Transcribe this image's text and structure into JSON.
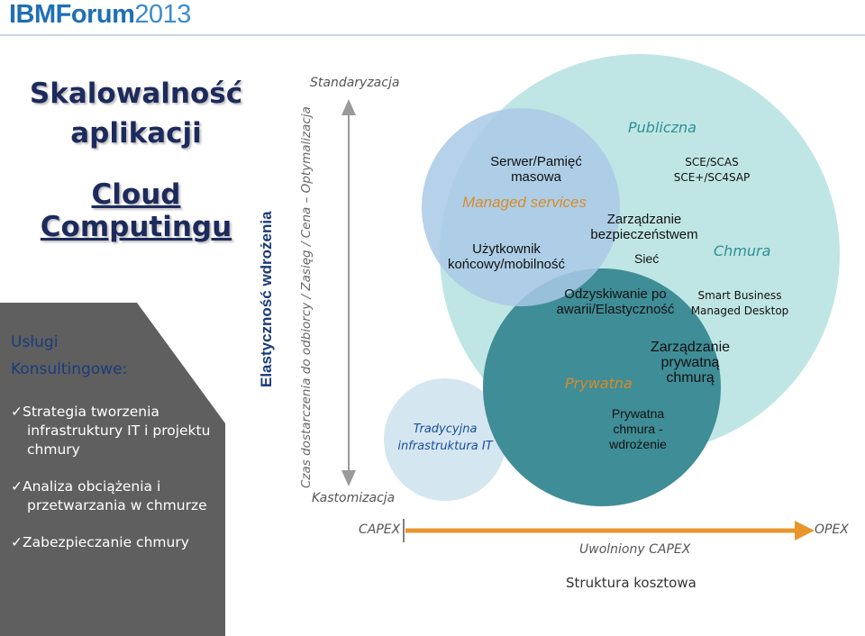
{
  "header": {
    "brand": "IBMForum",
    "year": "2013"
  },
  "left": {
    "title_line1": "Skalowalność",
    "title_line2": "aplikacji",
    "title_line3": "Cloud Computingu",
    "services_heading_1": "Usługi",
    "services_heading_2": "Konsultingowe:",
    "bullets": [
      [
        "Strategia tworzenia",
        "infrastruktury IT  i projektu",
        "chmury"
      ],
      [
        "Analiza obciążenia i",
        "przetwarzania w chmurze"
      ],
      [
        "Zabezpieczanie chmury"
      ]
    ]
  },
  "axes": {
    "vertical_bold": "Elastyczność wdrożenia",
    "vertical_italic": "Czas dostarczenia do odbiorcy / Zasięg / Cena – Optymalizacja",
    "top": "Standaryzacja",
    "bottom": "Kastomizacja",
    "capex": "CAPEX",
    "opex": "OPEX",
    "released_capex": "Uwolniony CAPEX",
    "cost_structure": "Struktura kosztowa"
  },
  "diagram": {
    "traditional_1": "Tradycyjna",
    "traditional_2": "infrastruktura IT",
    "server_1": "Serwer/Pamięć",
    "server_2": "masowa",
    "managed": "Managed services",
    "user_1": "Użytkownik",
    "user_2": "końcowy/mobilność",
    "security_1": "Zarządzanie",
    "security_2": "bezpieczeństwem",
    "network": "Sieć",
    "public": "Publiczna",
    "sce_1": "SCE/SCAS",
    "sce_2": "SCE+/SC4SAP",
    "cloud": "Chmura",
    "recovery_1": "Odzyskiwanie po",
    "recovery_2": "awarii/Elastyczność",
    "smart_1": "Smart Business",
    "smart_2": "Managed Desktop",
    "private_mgmt_1": "Zarządzanie",
    "private_mgmt_2": "prywatną",
    "private_mgmt_3": "chmurą",
    "private": "Prywatna",
    "private_deploy_1": "Prywatna",
    "private_deploy_2": "chmura -",
    "private_deploy_3": "wdrożenie"
  },
  "colors": {
    "brand": "#1f6fb4",
    "dark_panel": "#5f5f5f",
    "circle_public": "#bfe6e4",
    "circle_private": "#3f8d97",
    "circle_managed": "#a9c9e6",
    "circle_traditional": "#d4e6ef",
    "arrow_orange": "#e8962c"
  }
}
